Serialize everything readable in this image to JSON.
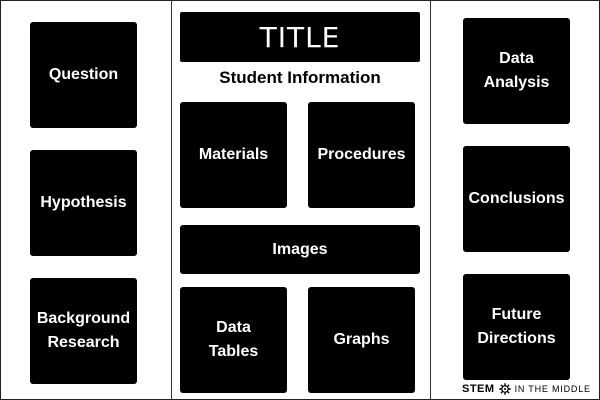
{
  "board": {
    "title": "TITLE",
    "subheading": "Student Information"
  },
  "left_panel": {
    "question": "Question",
    "hypothesis": "Hypothesis",
    "background_research": "Background\nResearch"
  },
  "center_panel": {
    "materials": "Materials",
    "procedures": "Procedures",
    "images": "Images",
    "data_tables": "Data\nTables",
    "graphs": "Graphs"
  },
  "right_panel": {
    "data_analysis": "Data\nAnalysis",
    "conclusions": "Conclusions",
    "future_directions": "Future\nDirections"
  },
  "credit": {
    "brand": "STEM",
    "rest": "IN THE MIDDLE",
    "icon": "gear-icon"
  }
}
